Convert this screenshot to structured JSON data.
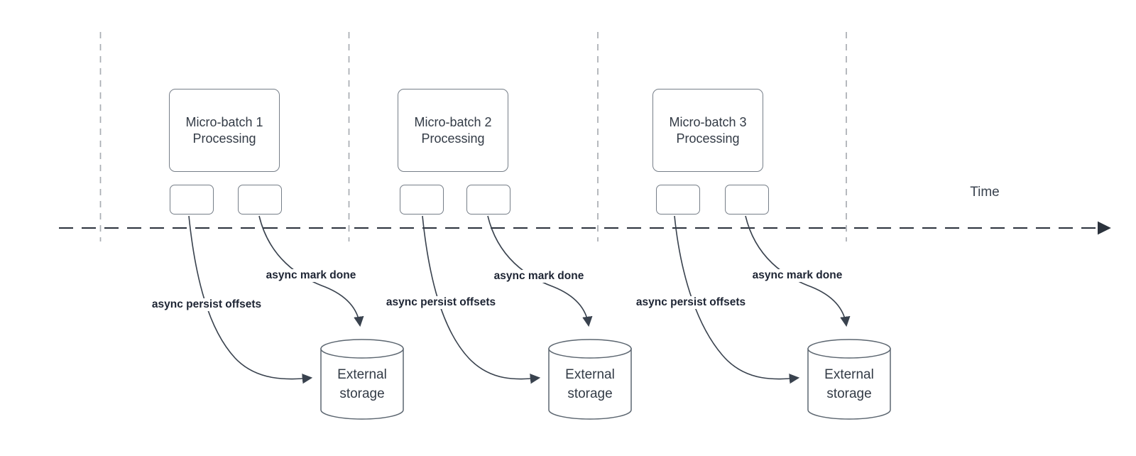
{
  "timeline": {
    "label": "Time"
  },
  "batches": [
    {
      "title_line1": "Micro-batch 1",
      "title_line2": "Processing",
      "persist_label": "async persist offsets",
      "mark_label": "async mark done",
      "storage_line1": "External",
      "storage_line2": "storage"
    },
    {
      "title_line1": "Micro-batch 2",
      "title_line2": "Processing",
      "persist_label": "async persist offsets",
      "mark_label": "async mark done",
      "storage_line1": "External",
      "storage_line2": "storage"
    },
    {
      "title_line1": "Micro-batch 3",
      "title_line2": "Processing",
      "persist_label": "async persist offsets",
      "mark_label": "async mark done",
      "storage_line1": "External",
      "storage_line2": "storage"
    }
  ],
  "colors": {
    "shape_stroke": "#767e88",
    "cylinder_stroke": "#5c6670",
    "arrow_stroke": "#39424e",
    "timeline_stroke": "#2b323c",
    "divider_stroke": "#a9adb3",
    "label_text": "#1d2433",
    "shape_text": "#333b46"
  }
}
